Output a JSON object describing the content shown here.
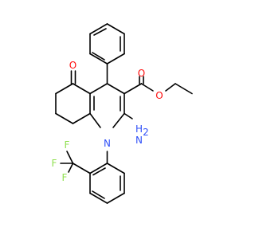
{
  "molecule": {
    "atom_labels": {
      "oxygen_ketone": "O",
      "oxygen_carbonyl": "O",
      "oxygen_ester": "O",
      "nitrogen_ring": "N",
      "amino_n": "N",
      "amino_h": "H",
      "amino_sub": "2",
      "fluorine_1": "F",
      "fluorine_2": "F",
      "fluorine_3": "F"
    },
    "colors": {
      "bond": "#000000",
      "oxygen": "#ff0d0d",
      "nitrogen": "#3050f8",
      "fluorine": "#90e050"
    }
  }
}
